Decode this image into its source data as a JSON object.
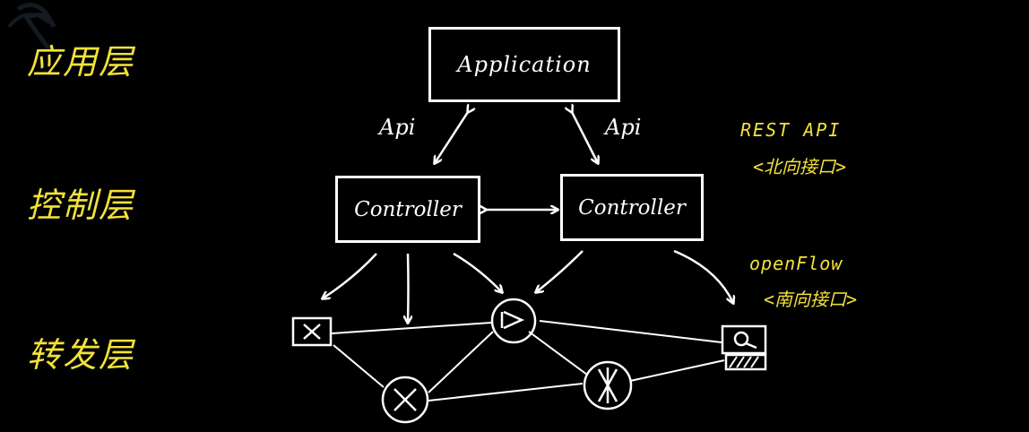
{
  "labels": {
    "application_layer": "应用层",
    "control_layer": "控制层",
    "forwarding_layer": "转发层"
  },
  "boxes": {
    "application": "Application",
    "controller_left": "Controller",
    "controller_right": "Controller"
  },
  "arrows": {
    "api_left": "Api",
    "api_right": "Api"
  },
  "notes": {
    "rest_api": "REST API",
    "northbound": "<北向接口>",
    "openflow": "openFlow",
    "southbound": "<南向接口>"
  },
  "colors": {
    "background": "#000000",
    "chalk": "#ffffff",
    "annotation": "#f2e23a"
  }
}
